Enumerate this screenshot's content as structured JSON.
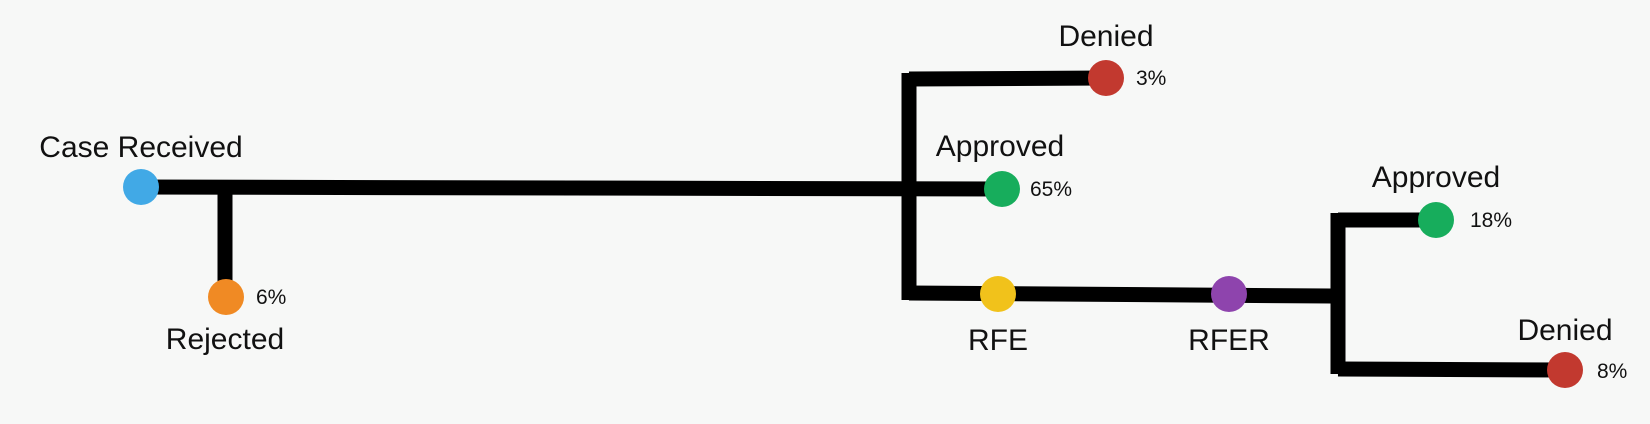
{
  "colors": {
    "background": "#f7f8f7",
    "line": "#000000",
    "received": "#41a9e6",
    "rejected": "#f08a24",
    "approved": "#17ad5c",
    "denied": "#c2392f",
    "rfe": "#f1c21b",
    "rfer": "#8e44ad"
  },
  "nodes": {
    "case_received": {
      "label": "Case Received",
      "percent": ""
    },
    "rejected": {
      "label": "Rejected",
      "percent": "6%"
    },
    "denied_top": {
      "label": "Denied",
      "percent": "3%"
    },
    "approved_main": {
      "label": "Approved",
      "percent": "65%"
    },
    "rfe": {
      "label": "RFE",
      "percent": ""
    },
    "rfer": {
      "label": "RFER",
      "percent": ""
    },
    "approved_rfe": {
      "label": "Approved",
      "percent": "18%"
    },
    "denied_rfe": {
      "label": "Denied",
      "percent": "8%"
    }
  }
}
